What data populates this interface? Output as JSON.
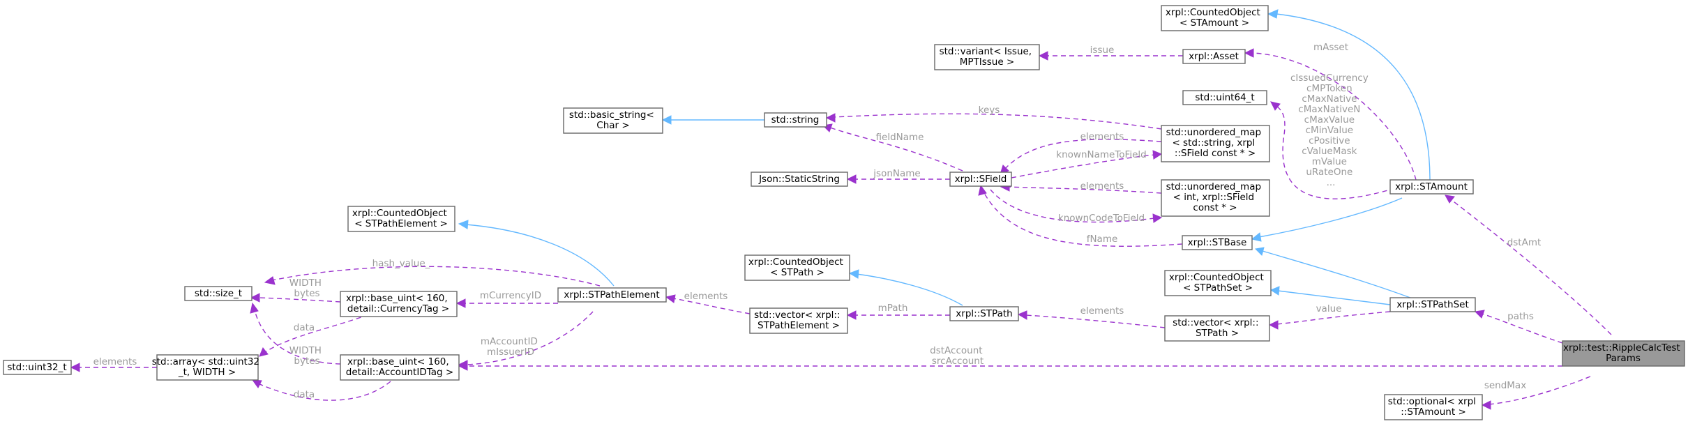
{
  "nodes": {
    "co_stamount": [
      "xrpl::CountedObject",
      "< STAmount >"
    ],
    "variant": [
      "std::variant< Issue,",
      "MPTIssue >"
    ],
    "asset": [
      "xrpl::Asset"
    ],
    "basic_string": [
      "std::basic_string<",
      "Char >"
    ],
    "string": [
      "std::string"
    ],
    "uint64": [
      "std::uint64_t"
    ],
    "umap_string": [
      "std::unordered_map",
      "< std::string, xrpl",
      "::SField const * >"
    ],
    "json_static": [
      "Json::StaticString"
    ],
    "sfield": [
      "xrpl::SField"
    ],
    "stamount": [
      "xrpl::STAmount"
    ],
    "umap_int": [
      "std::unordered_map",
      "< int, xrpl::SField",
      "const * >"
    ],
    "co_stpathelement": [
      "xrpl::CountedObject",
      "< STPathElement >"
    ],
    "stbase": [
      "xrpl::STBase"
    ],
    "co_stpath": [
      "xrpl::CountedObject",
      "< STPath >"
    ],
    "size_t": [
      "std::size_t"
    ],
    "stpathelement": [
      "xrpl::STPathElement"
    ],
    "base_uint_currency": [
      "xrpl::base_uint< 160,",
      "detail::CurrencyTag >"
    ],
    "co_stpathset": [
      "xrpl::CountedObject",
      "< STPathSet >"
    ],
    "vector_stpathelement": [
      "std::vector< xrpl::",
      "STPathElement >"
    ],
    "stpath": [
      "xrpl::STPath"
    ],
    "stpathset": [
      "xrpl::STPathSet"
    ],
    "vector_stpath": [
      "std::vector< xrpl::",
      "STPath >"
    ],
    "uint32": [
      "std::uint32_t"
    ],
    "array_uint32": [
      "std::array< std::uint32",
      "_t, WIDTH >"
    ],
    "base_uint_account": [
      "xrpl::base_uint< 160,",
      "detail::AccountIDTag >"
    ],
    "ripplecalc": [
      "xrpl::test::RippleCalcTest",
      "Params"
    ],
    "optional_stamount": [
      "std::optional< xrpl",
      "::STAmount >"
    ]
  },
  "edge_labels": {
    "issue": [
      "issue"
    ],
    "masset": [
      "mAsset"
    ],
    "keys": [
      "keys"
    ],
    "fieldname": [
      "fieldName"
    ],
    "elements_str": [
      "elements"
    ],
    "knownnametofield": [
      "knownNameToField"
    ],
    "jsonname": [
      "jsonName"
    ],
    "stamount_consts": [
      "cIssuedCurrency",
      "cMPToken",
      "cMaxNative",
      "cMaxNativeN",
      "cMaxValue",
      "cMinValue",
      "cPositive",
      "cValueMask",
      "mValue",
      "uRateOne",
      "..."
    ],
    "elements_int": [
      "elements"
    ],
    "knowncodetofield": [
      "knownCodeToField"
    ],
    "fname": [
      "fName"
    ],
    "dstamt": [
      "dstAmt"
    ],
    "hash_value": [
      "hash_value_"
    ],
    "width_bytes_cur": [
      "WIDTH",
      "bytes"
    ],
    "mcurrencyid": [
      "mCurrencyID"
    ],
    "elements_pe": [
      "elements"
    ],
    "data_cur": [
      "data"
    ],
    "mpath": [
      "mPath"
    ],
    "elements_path": [
      "elements"
    ],
    "value": [
      "value"
    ],
    "paths": [
      "paths"
    ],
    "maccountid": [
      "mAccountID",
      "mIssuerID"
    ],
    "width_bytes_acc": [
      "WIDTH",
      "bytes"
    ],
    "elements_arr": [
      "elements"
    ],
    "dstaccount": [
      "dstAccount",
      "srcAccount"
    ],
    "data_acc": [
      "data"
    ],
    "sendmax": [
      "sendMax"
    ]
  }
}
